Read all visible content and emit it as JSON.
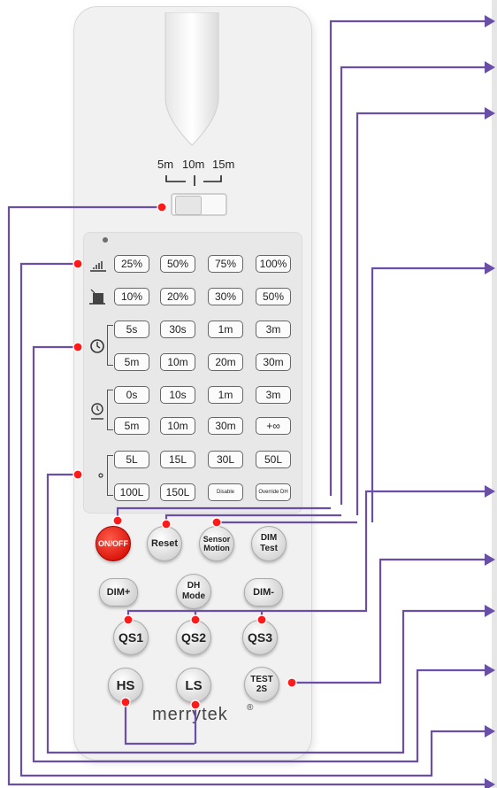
{
  "switch": {
    "labels": [
      "5m",
      "10m",
      "15m"
    ]
  },
  "grid_rows": [
    [
      "25%",
      "50%",
      "75%",
      "100%"
    ],
    [
      "10%",
      "20%",
      "30%",
      "50%"
    ],
    [
      "5s",
      "30s",
      "1m",
      "3m"
    ],
    [
      "5m",
      "10m",
      "20m",
      "30m"
    ],
    [
      "0s",
      "10s",
      "1m",
      "3m"
    ],
    [
      "5m",
      "10m",
      "30m",
      "+∞"
    ],
    [
      "5L",
      "15L",
      "30L",
      "50L"
    ],
    [
      "100L",
      "150L",
      "Disable",
      "Override DH"
    ]
  ],
  "row_icons": [
    "signal-icon",
    "dimming-icon",
    "clock-icon",
    "standby-clock-icon",
    "moon-sun-icon"
  ],
  "buttons": {
    "on_off": "ON/OFF",
    "reset": "Reset",
    "sensor_motion_1": "Sensor",
    "sensor_motion_2": "Motion",
    "dim_test_1": "DIM",
    "dim_test_2": "Test",
    "dim_plus": "DIM+",
    "dh_mode_1": "DH",
    "dh_mode_2": "Mode",
    "dim_minus": "DIM-",
    "qs1": "QS1",
    "qs2": "QS2",
    "qs3": "QS3",
    "hs": "HS",
    "ls": "LS",
    "test_1": "TEST",
    "test_2": "2S"
  },
  "brand": {
    "name": "merrytek",
    "reg": "®"
  },
  "colors": {
    "connector": "#6a4fa8",
    "callout_dot": "#ff0000",
    "on_off": "#e01a0f"
  }
}
